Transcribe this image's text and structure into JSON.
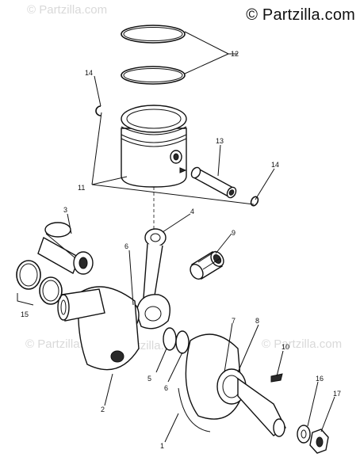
{
  "brand": "© Partzilla.com",
  "watermarks": [
    "© Partzilla.com",
    "© Partzilla.com",
    "© Partzilla.com",
    "© Partzilla.com"
  ],
  "callouts": {
    "c1": "1",
    "c2": "2",
    "c3": "3",
    "c4": "4",
    "c5": "5",
    "c6a": "6",
    "c6b": "6",
    "c7": "7",
    "c8": "8",
    "c9": "9",
    "c10": "10",
    "c11": "11",
    "c12": "12",
    "c13": "13",
    "c14a": "14",
    "c14b": "14",
    "c15": "15",
    "c16": "16",
    "c17": "17"
  }
}
